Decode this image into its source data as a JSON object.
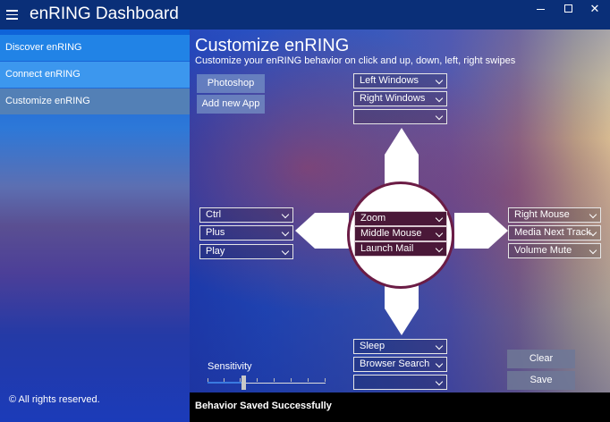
{
  "window": {
    "title": "enRING Dashboard",
    "close_glyph": "✕"
  },
  "sidebar": {
    "items": [
      {
        "label": "Discover enRING"
      },
      {
        "label": "Connect enRING"
      },
      {
        "label": "Customize enRING"
      }
    ],
    "footer": "© All rights reserved."
  },
  "main": {
    "title": "Customize enRING",
    "subtitle": "Customize your enRING behavior on click and up, down, left, right swipes",
    "apps": [
      {
        "label": "Photoshop"
      },
      {
        "label": "Add new App"
      }
    ],
    "up": [
      "Left Windows",
      "Right Windows",
      ""
    ],
    "left": [
      "Ctrl",
      "Plus",
      "Play"
    ],
    "center": [
      "Zoom",
      "Middle Mouse",
      "Launch Mail"
    ],
    "right": [
      "Right Mouse",
      "Media Next Track",
      "Volume Mute"
    ],
    "down": [
      "Sleep",
      "Browser Search",
      ""
    ],
    "sensitivity": {
      "label": "Sensitivity",
      "value": 0.3
    },
    "clear_label": "Clear",
    "save_label": "Save"
  },
  "status": {
    "message": "Behavior Saved Successfully"
  },
  "colors": {
    "titlebar": "#0a2f78",
    "ring_border": "#6b1c45",
    "selected_dd": "#4a1838"
  }
}
